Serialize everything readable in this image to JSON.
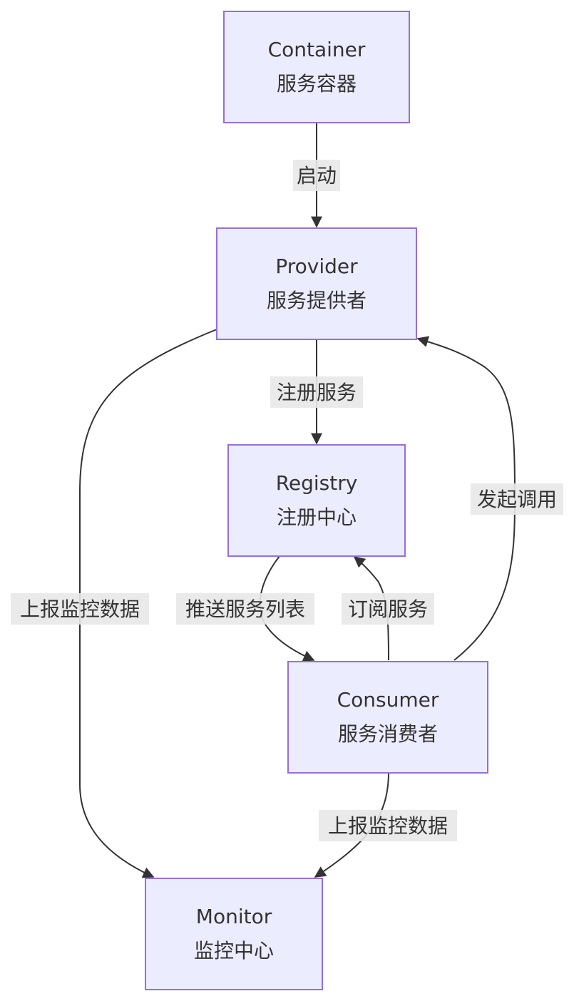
{
  "colors": {
    "node_fill": "#ececff",
    "node_stroke": "#9370db",
    "edge": "#333333",
    "label_bg": "#e8e8e8",
    "text": "#333333"
  },
  "nodes": {
    "container": {
      "title": "Container",
      "subtitle": "服务容器"
    },
    "provider": {
      "title": "Provider",
      "subtitle": "服务提供者"
    },
    "registry": {
      "title": "Registry",
      "subtitle": "注册中心"
    },
    "consumer": {
      "title": "Consumer",
      "subtitle": "服务消费者"
    },
    "monitor": {
      "title": "Monitor",
      "subtitle": "监控中心"
    }
  },
  "edges": {
    "start": {
      "from": "container",
      "to": "provider",
      "label": "启动"
    },
    "register": {
      "from": "provider",
      "to": "registry",
      "label": "注册服务"
    },
    "push_list": {
      "from": "registry",
      "to": "consumer",
      "label": "推送服务列表"
    },
    "subscribe": {
      "from": "consumer",
      "to": "registry",
      "label": "订阅服务"
    },
    "invoke": {
      "from": "consumer",
      "to": "provider",
      "label": "发起调用"
    },
    "provider_report": {
      "from": "provider",
      "to": "monitor",
      "label": "上报监控数据"
    },
    "consumer_report": {
      "from": "consumer",
      "to": "monitor",
      "label": "上报监控数据"
    }
  }
}
